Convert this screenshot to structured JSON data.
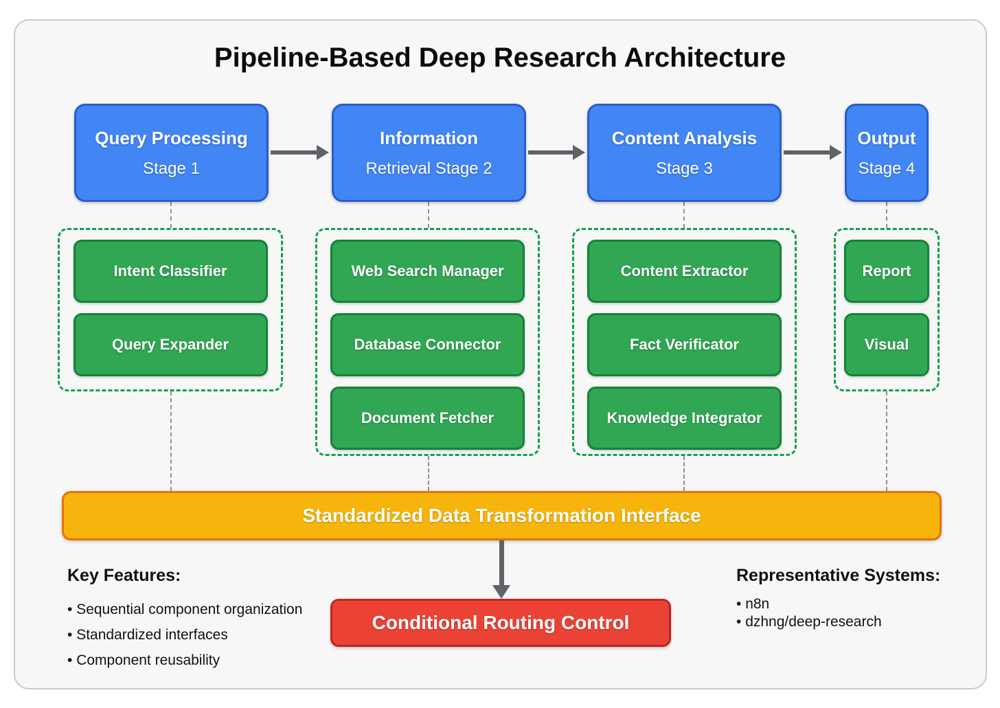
{
  "title": "Pipeline-Based Deep Research Architecture",
  "stages": [
    {
      "title": "Query Processing",
      "subtitle": "Stage 1",
      "components": [
        "Intent Classifier",
        "Query Expander"
      ]
    },
    {
      "title": "Information",
      "subtitle": "Retrieval Stage 2",
      "components": [
        "Web Search Manager",
        "Database Connector",
        "Document Fetcher"
      ]
    },
    {
      "title": "Content Analysis",
      "subtitle": "Stage 3",
      "components": [
        "Content Extractor",
        "Fact Verificator",
        "Knowledge Integrator"
      ]
    },
    {
      "title": "Output",
      "subtitle": "Stage 4",
      "components": [
        "Report",
        "Visual"
      ]
    }
  ],
  "interface_bar": {
    "label": "Standardized Data Transformation Interface"
  },
  "routing_control": {
    "label": "Conditional Routing Control"
  },
  "key_features": {
    "heading": "Key Features:",
    "items": [
      "Sequential component organization",
      "Standardized interfaces",
      "Component reusability"
    ]
  },
  "representative_systems": {
    "heading": "Representative Systems:",
    "items": [
      "n8n",
      "dzhng/deep-research"
    ]
  },
  "colors": {
    "stage_fill": "#4285F4",
    "stage_border": "#2A5DC8",
    "component_fill": "#31A653",
    "component_border": "#148238",
    "group_dash_green": "#0FA04C",
    "interface_fill": "#F6B40C",
    "interface_border": "#E8710A",
    "routing_fill": "#EA4335",
    "routing_border": "#C5221F",
    "arrow_gray": "#5F6368",
    "connector_gray": "#8A9097",
    "panel_bg": "#F7F7F8",
    "panel_border": "#C9C9CE"
  }
}
